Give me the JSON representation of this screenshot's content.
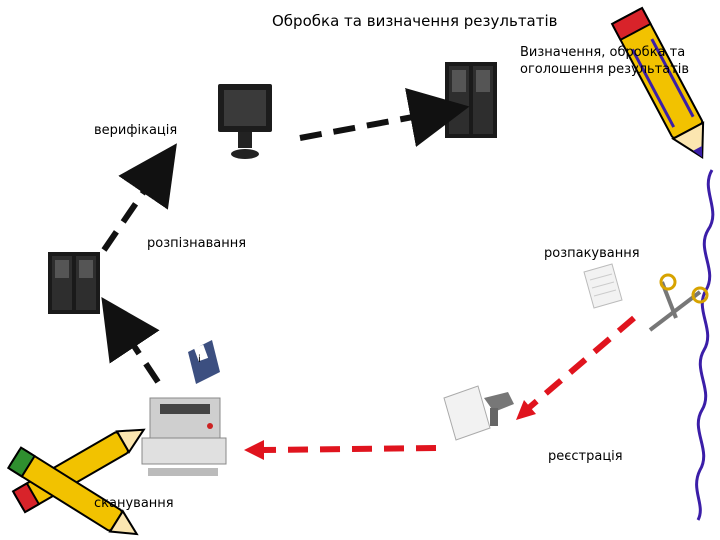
{
  "title": "Обробка та визначення результатів",
  "note": {
    "line1": "Визначення, обробка та",
    "line2": "оголошення результатів"
  },
  "labels": {
    "verification": "верифікація",
    "recognition": "розпізнавання",
    "unpacking": "розпакування",
    "registration": "реєстрація",
    "scanning": "сканування"
  },
  "colors": {
    "dark_arrow": "#111111",
    "red_arrow": "#e0141e",
    "pencil_yellow": "#f2c200",
    "pencil_red": "#d8232a",
    "pencil_purple": "#3b1ea8"
  },
  "icons": [
    "monitor-icon",
    "server-icon",
    "server-icon-left",
    "scanner-icon",
    "document-icon",
    "scissors-icon",
    "pencil-icon",
    "crossed-pencils-icon",
    "folder-icon",
    "barcode-scanner-icon"
  ]
}
